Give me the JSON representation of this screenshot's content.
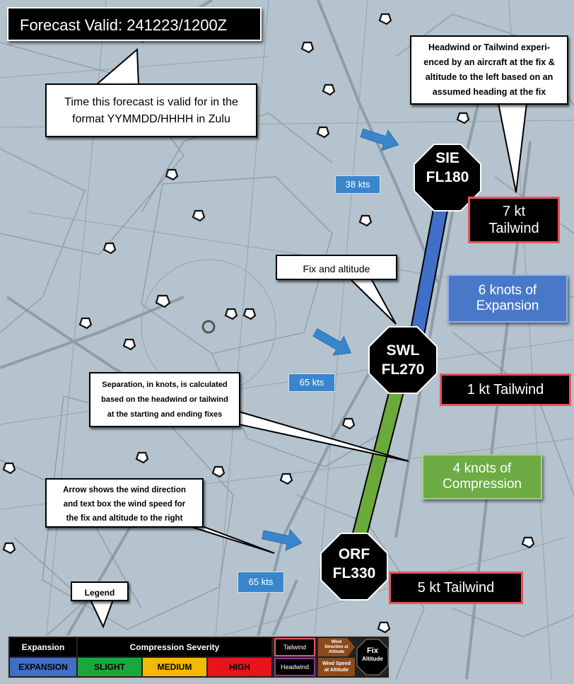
{
  "forecast_valid": "Forecast Valid: 241223/1200Z",
  "callouts": {
    "time_line1": "Time this forecast is valid for in the",
    "time_line2": "format YYMMDD/HHHH in Zulu",
    "headwind_line1": "Headwind or Tailwind experi-",
    "headwind_line2": "enced by an aircraft at the fix &",
    "headwind_line3": "altitude to the left based on an",
    "headwind_line4": "assumed heading at the fix",
    "fix_altitude": "Fix and altitude",
    "separation_line1": "Separation, in knots, is calculated",
    "separation_line2": "based on the headwind or tailwind",
    "separation_line3": "at the starting and ending fixes",
    "arrow_line1": "Arrow shows the wind direction",
    "arrow_line2": "and text box the wind speed for",
    "arrow_line3": "the fix and altitude to the right",
    "legend": "Legend"
  },
  "fixes": [
    {
      "name": "SIE",
      "altitude": "FL180",
      "wind_speed": "38 kts",
      "wind_line1": "7 kt",
      "wind_line2": "Tailwind"
    },
    {
      "name": "SWL",
      "altitude": "FL270",
      "wind_speed": "65 kts",
      "wind": "1 kt Tailwind"
    },
    {
      "name": "ORF",
      "altitude": "FL330",
      "wind_speed": "65 kts",
      "wind": "5 kt Tailwind"
    }
  ],
  "segments": {
    "expansion_line1": "6 knots of",
    "expansion_line2": "Expansion",
    "compression_line1": "4 knots of",
    "compression_line2": "Compression"
  },
  "legend": {
    "expansion_header": "Expansion",
    "expansion": "EXPANSION",
    "compression_header": "Compression Severity",
    "slight": "SLIGHT",
    "medium": "MEDIUM",
    "high": "HIGH",
    "tailwind": "Tailwind",
    "headwind": "Headwind",
    "wind_dir_line1": "Wind",
    "wind_dir_line2": "Direction at",
    "wind_dir_line3": "Altitude",
    "wind_speed_line1": "Wind Speed",
    "wind_speed_line2": "at Altitude",
    "fix_line1": "Fix",
    "fix_line2": "Altitude"
  },
  "colors": {
    "expansion": "#3f6fc6",
    "slight": "#1aa83a",
    "medium": "#f5b800",
    "high": "#e8141b",
    "tailwind_border": "#e8545d",
    "headwind_border": "#7a3fa0",
    "wind_arrow": "#3a86cc",
    "map_background": "#b4c3cd"
  }
}
